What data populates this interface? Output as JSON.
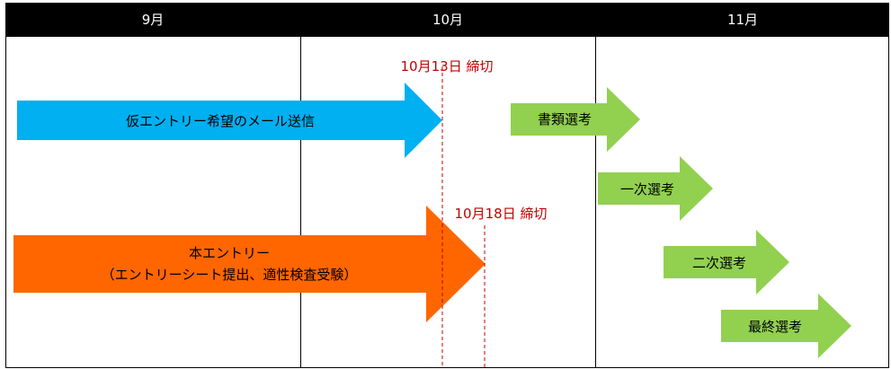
{
  "header": {
    "months": [
      "9月",
      "10月",
      "11月"
    ]
  },
  "deadlines": [
    {
      "label": "10月13日 締切"
    },
    {
      "label": "10月18日 締切"
    }
  ],
  "arrows": {
    "pre_entry": {
      "line1": "仮エントリー希望のメール送信",
      "color": "#00b0f0"
    },
    "main_entry": {
      "line1": "本エントリー",
      "line2": "（エントリーシート提出、適性検査受験）",
      "color": "#ff6600"
    },
    "doc_screening": {
      "line1": "書類選考",
      "color": "#92d050"
    },
    "first_interview": {
      "line1": "一次選考",
      "color": "#92d050"
    },
    "second_interview": {
      "line1": "二次選考",
      "color": "#92d050"
    },
    "final_interview": {
      "line1": "最終選考",
      "color": "#92d050"
    }
  },
  "colors": {
    "header_bg": "#000000",
    "header_text": "#ffffff",
    "deadline_line": "#c00000",
    "grid": "#000000"
  }
}
